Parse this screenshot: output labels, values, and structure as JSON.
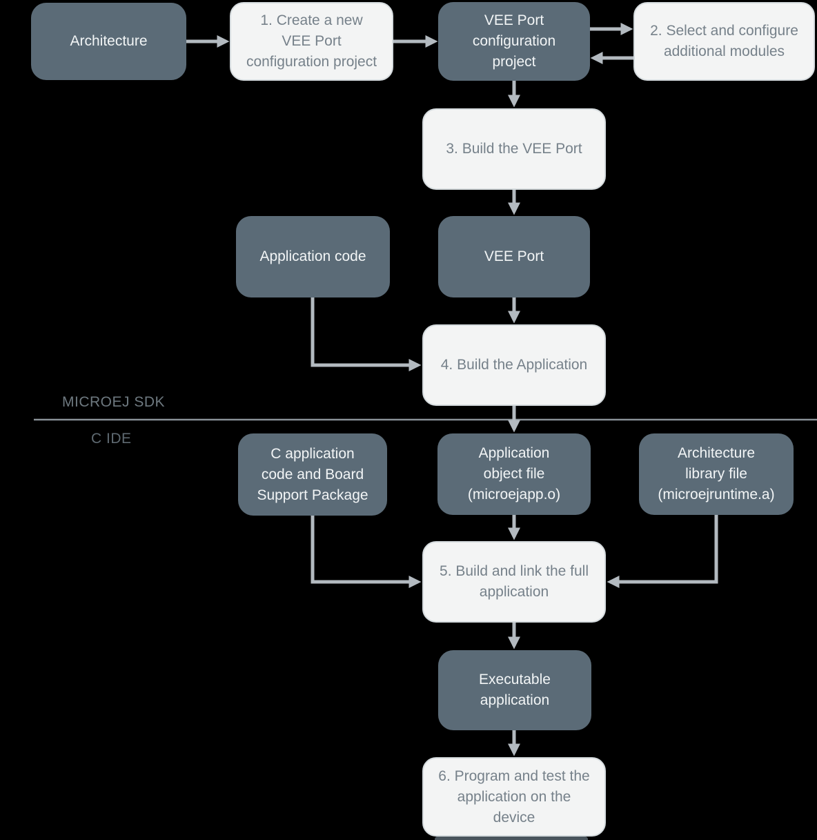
{
  "diagram": {
    "sections": {
      "sdk_label": "MICROEJ SDK",
      "ide_label": "C IDE"
    },
    "nodes": {
      "architecture": {
        "label": "Architecture",
        "type": "dark"
      },
      "step1": {
        "label": "1. Create a new\nVEE Port\nconfiguration project",
        "type": "light"
      },
      "vee_port_config": {
        "label": "VEE Port\nconfiguration\nproject",
        "type": "dark"
      },
      "step2": {
        "label": "2. Select and configure\nadditional modules",
        "type": "light"
      },
      "step3": {
        "label": "3. Build the VEE Port",
        "type": "light"
      },
      "application_code": {
        "label": "Application code",
        "type": "dark"
      },
      "vee_port": {
        "label": "VEE Port",
        "type": "dark"
      },
      "step4": {
        "label": "4. Build the Application",
        "type": "light"
      },
      "c_application": {
        "label": "C application\ncode and Board\nSupport Package",
        "type": "dark"
      },
      "application_object": {
        "label": "Application\nobject file\n(microejapp.o)",
        "type": "dark"
      },
      "architecture_library": {
        "label": "Architecture\nlibrary file\n(microejruntime.a)",
        "type": "dark"
      },
      "step5": {
        "label": "5. Build and link the full\napplication",
        "type": "light"
      },
      "executable": {
        "label": "Executable\napplication",
        "type": "dark"
      },
      "step6": {
        "label": "6. Program and test the\napplication on the\ndevice",
        "type": "light"
      }
    },
    "colors": {
      "background": "#000000",
      "node_dark": "#5b6b77",
      "node_dark_text": "#f2f5f6",
      "node_light": "#f3f4f4",
      "node_light_border": "#d5dbde",
      "node_light_text": "#76818a",
      "connector": "#b3bac0",
      "divider_line": "#8a9298",
      "section_label_sdk": "#6e7980",
      "section_label_cide": "#5f6a72"
    }
  }
}
